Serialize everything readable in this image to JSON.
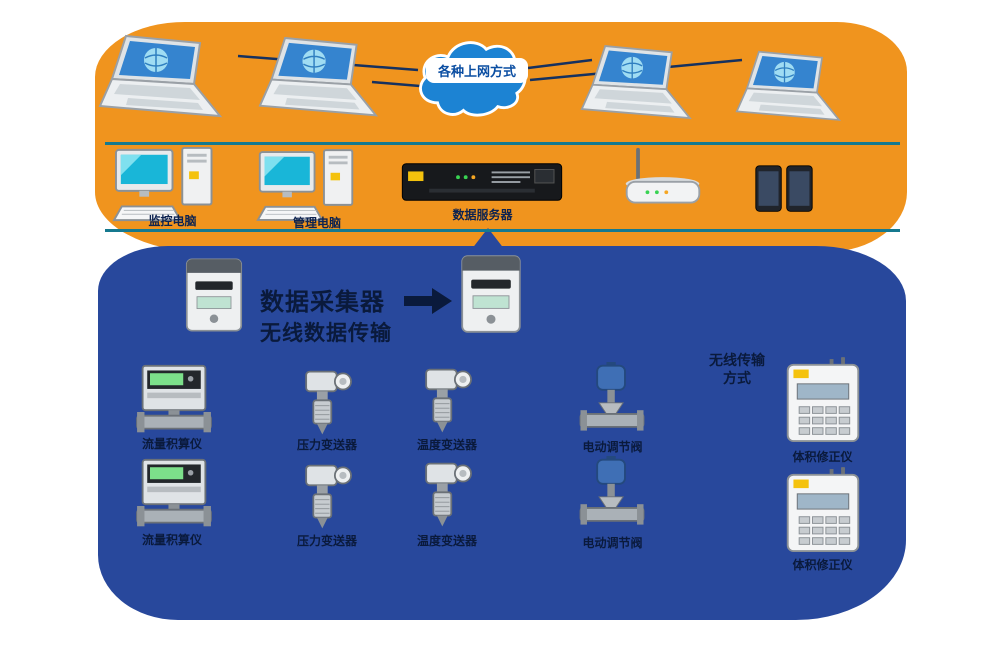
{
  "top": {
    "cloud_label": "各种上网方式"
  },
  "mid": {
    "desktop1_label": "监控电脑",
    "desktop2_label": "管理电脑",
    "server_label": "数据服务器"
  },
  "blue": {
    "big_text_line1": "数据采集器",
    "big_text_line2": "无线数据传输",
    "right_header_line1": "无线传输",
    "right_header_line2": "方式",
    "rowA": [
      "流量积算仪",
      "压力变送器",
      "温度变送器",
      "电动调节阀"
    ],
    "rowB": [
      "流量积算仪",
      "压力变送器",
      "温度变送器",
      "电动调节阀"
    ],
    "right_device1_label": "体积修正仪",
    "right_device2_label": "体积修正仪"
  },
  "icons": {
    "laptop": "laptop-icon",
    "desktop": "desktop-computer-icon",
    "server": "rack-server-icon",
    "router": "wireless-router-icon",
    "phones": "mobile-phones-icon",
    "collector": "data-collector-icon",
    "flow_computer": "flow-computer-icon",
    "transmitter": "transmitter-icon",
    "valve": "control-valve-icon",
    "corrector": "volume-corrector-icon",
    "cloud": "internet-cloud-icon"
  },
  "colors": {
    "orange_zone": "#F0941E",
    "blue_zone": "#28489C",
    "bus_line": "#15798F",
    "cloud": "#1C83D3",
    "label_dark": "#0A1A3C"
  }
}
